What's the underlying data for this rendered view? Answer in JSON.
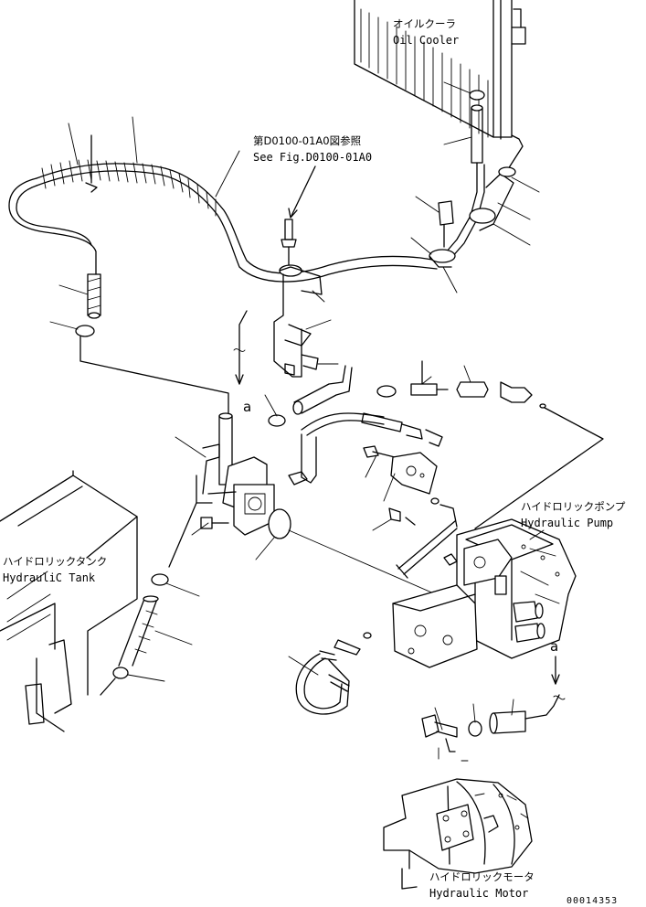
{
  "labels": {
    "oil_cooler_jp": "オイルクーラ",
    "oil_cooler_en": "Oil Cooler",
    "see_fig_jp": "第D0100-01A0図参照",
    "see_fig_en": "See Fig.D0100-01A0",
    "hydraulic_pump_jp": "ハイドロリックポンプ",
    "hydraulic_pump_en": "Hydraulic Pump",
    "hydraulic_tank_jp": "ハイドロリックタンク",
    "hydraulic_tank_en": "HydrauliC Tank",
    "hydraulic_motor_jp": "ハイドロリックモータ",
    "hydraulic_motor_en": "Hydraulic Motor"
  },
  "connection_marks": {
    "upper": "a",
    "lower": "a"
  },
  "drawing_code": "00014353"
}
